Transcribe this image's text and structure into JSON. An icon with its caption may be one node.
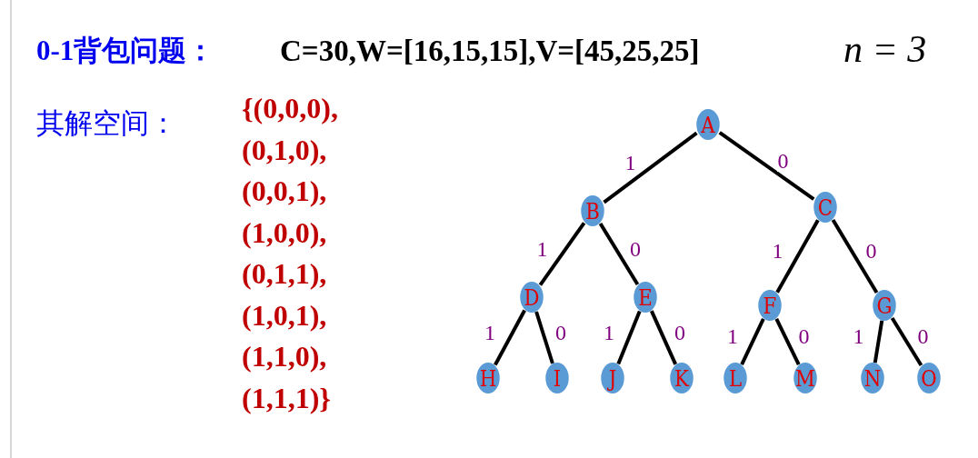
{
  "diagram": {
    "title": "0-1背包问题：",
    "nodes": [
      {
        "text": [
          "A"
        ]
      },
      {
        "text": [
          "B"
        ]
      },
      {
        "text": [
          "C"
        ]
      },
      {
        "text": [
          "D"
        ]
      },
      {
        "text": [
          "E"
        ]
      },
      {
        "text": [
          "F"
        ]
      },
      {
        "text": [
          "G"
        ]
      },
      {
        "text": [
          "H"
        ]
      },
      {
        "text": [
          "I"
        ]
      },
      {
        "text": [
          "J"
        ]
      },
      {
        "text": [
          "K"
        ]
      },
      {
        "text": [
          "L"
        ]
      },
      {
        "text": [
          "M"
        ]
      },
      {
        "text": [
          "N"
        ]
      },
      {
        "text": [
          "O"
        ]
      }
    ],
    "edges": [
      {
        "from": 0,
        "to": 1,
        "arrow": "none",
        "label": "1"
      },
      {
        "from": 0,
        "to": 2,
        "arrow": "none",
        "label": "0"
      },
      {
        "from": 1,
        "to": 3,
        "arrow": "none",
        "label": "1"
      },
      {
        "from": 1,
        "to": 4,
        "arrow": "none",
        "label": "0"
      },
      {
        "from": 2,
        "to": 5,
        "arrow": "none",
        "label": "1"
      },
      {
        "from": 2,
        "to": 6,
        "arrow": "none",
        "label": "0"
      },
      {
        "from": 3,
        "to": 7,
        "arrow": "none",
        "label": "1"
      },
      {
        "from": 3,
        "to": 8,
        "arrow": "none",
        "label": "0"
      },
      {
        "from": 4,
        "to": 9,
        "arrow": "none",
        "label": "1"
      },
      {
        "from": 4,
        "to": 10,
        "arrow": "none",
        "label": "0"
      },
      {
        "from": 5,
        "to": 11,
        "arrow": "none",
        "label": "1"
      },
      {
        "from": 5,
        "to": 12,
        "arrow": "none",
        "label": "0"
      },
      {
        "from": 6,
        "to": 13,
        "arrow": "none",
        "label": "1"
      },
      {
        "from": 6,
        "to": 14,
        "arrow": "none",
        "label": "0"
      }
    ],
    "labels": [
      "C=30,W=[16,15,15],V=[45,25,25]",
      "n = 3",
      "其解空间：",
      "{(0,0,0),",
      "(0,1,0),",
      "(0,0,1),",
      "(1,0,0),",
      "(0,1,1),",
      "(1,0,1),",
      "(1,1,0),",
      "(1,1,1)}"
    ]
  }
}
